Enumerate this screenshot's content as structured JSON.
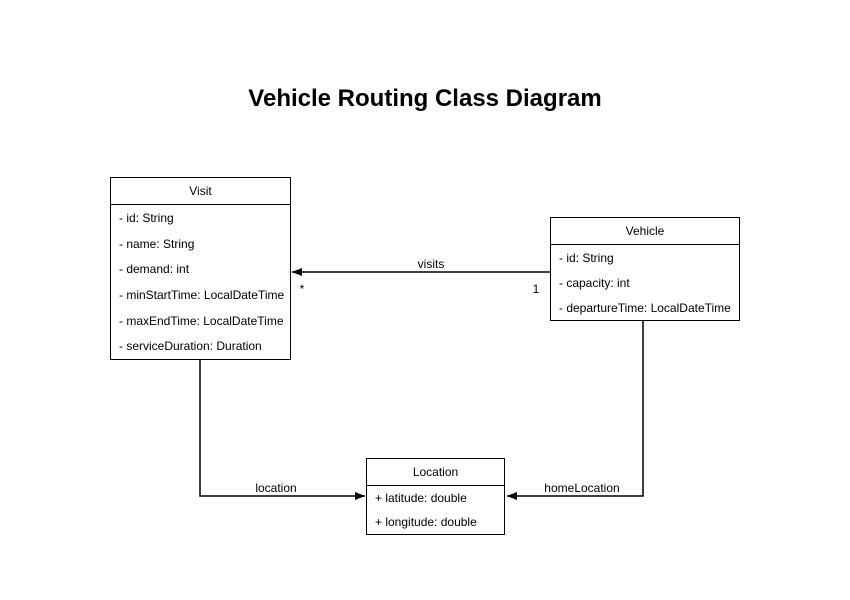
{
  "title": "Vehicle Routing Class Diagram",
  "classes": [
    {
      "name": "Visit",
      "attributes": [
        "- id: String",
        "- name: String",
        "- demand: int",
        "- minStartTime: LocalDateTime",
        "- maxEndTime: LocalDateTime",
        "- serviceDuration: Duration"
      ]
    },
    {
      "name": "Vehicle",
      "attributes": [
        "- id: String",
        "- capacity: int",
        "- departureTime: LocalDateTime"
      ]
    },
    {
      "name": "Location",
      "attributes": [
        "+ latitude: double",
        "+ longitude: double"
      ]
    }
  ],
  "edges": {
    "visits": {
      "label": "visits",
      "from": "Vehicle",
      "to": "Visit",
      "source_multiplicity": "1",
      "target_multiplicity": "*"
    },
    "location": {
      "label": "location",
      "from": "Visit",
      "to": "Location"
    },
    "homeLocation": {
      "label": "homeLocation",
      "from": "Vehicle",
      "to": "Location"
    }
  },
  "colors": {
    "stroke": "#000000",
    "background": "#ffffff",
    "box_fill": "#ffffff"
  }
}
